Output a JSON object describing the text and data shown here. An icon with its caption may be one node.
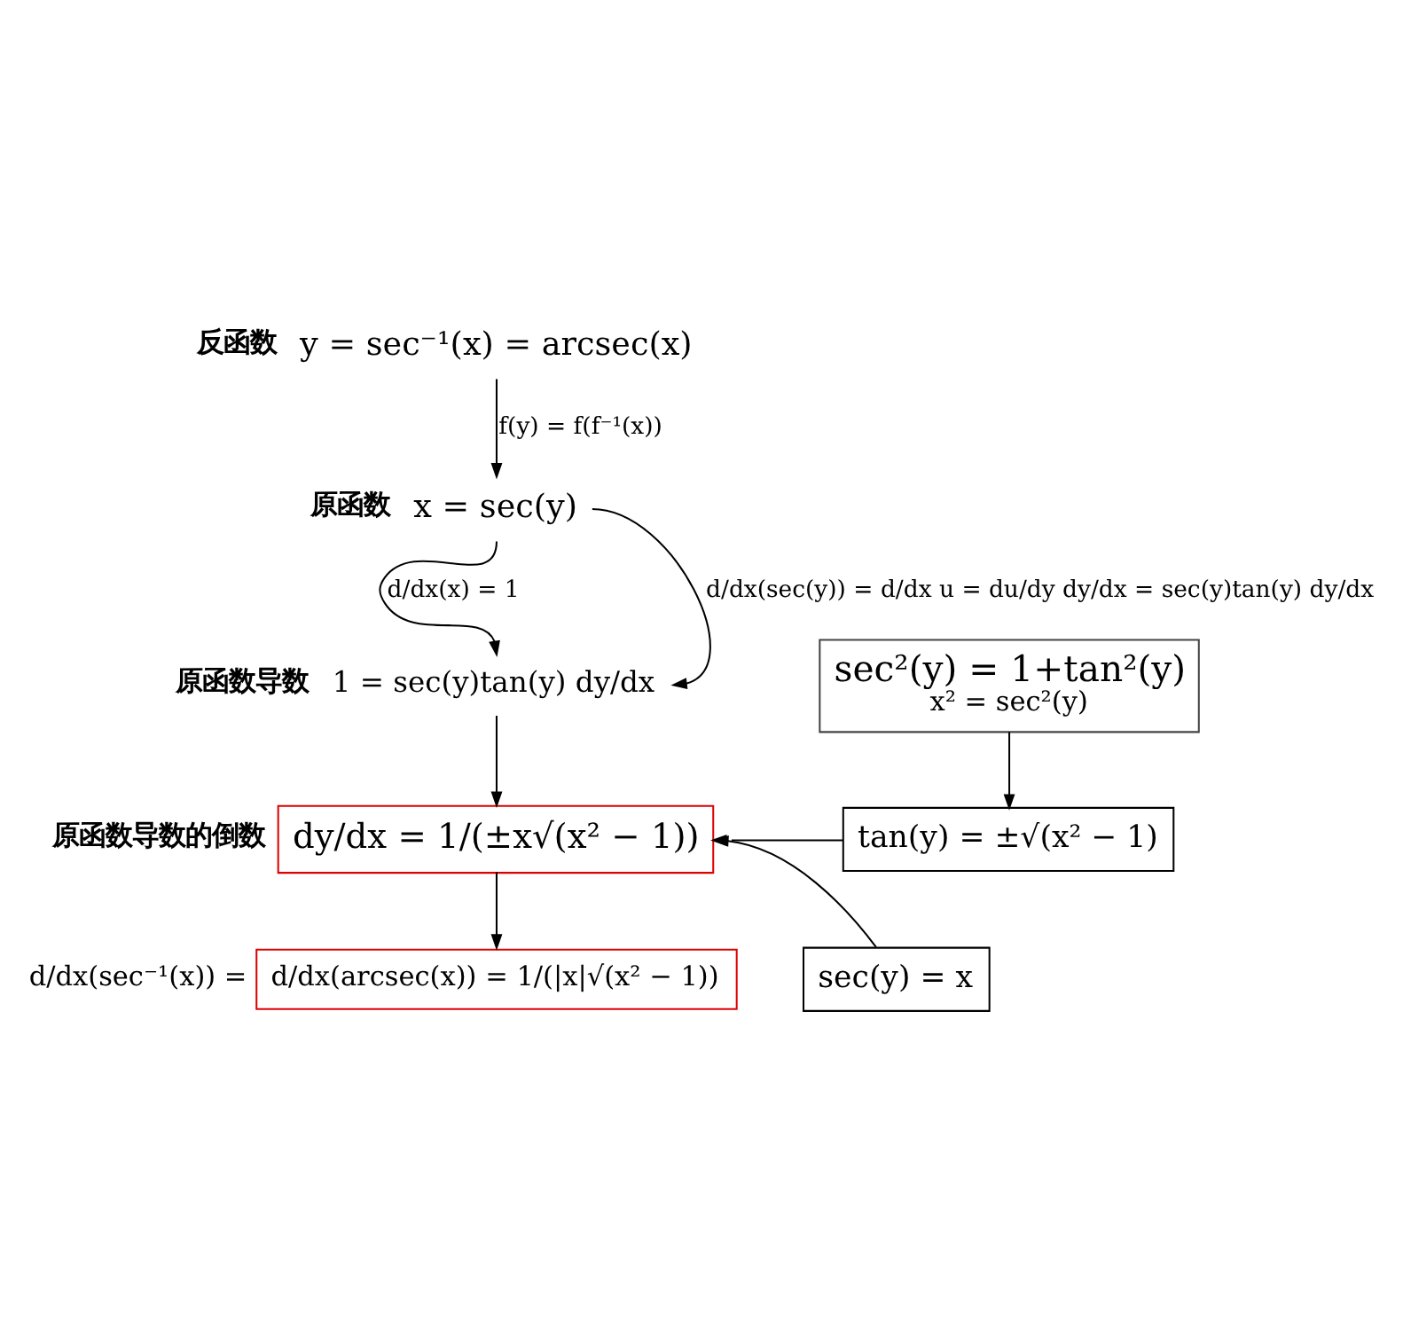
{
  "diagram": {
    "nodes": [
      {
        "text": [
          "y = sec⁻¹(x) = arcsec(x)"
        ],
        "beside": [
          "反函数"
        ]
      },
      {
        "text": [
          "x = sec(y)"
        ],
        "beside": [
          "原函数"
        ]
      },
      {
        "text": [
          "1 = sec(y)tan(y) dy/dx"
        ],
        "beside": [
          "原函数导数"
        ]
      },
      {
        "text": [
          "dy/dx = 1/(±x√(x² − 1))"
        ],
        "beside": [
          "原函数导数的倒数"
        ]
      },
      {
        "text": [
          "sec²(y) = 1+tan²(y)",
          "x² = sec²(y)"
        ]
      },
      {
        "text": [
          "tan(y) = ±√(x² − 1)"
        ]
      },
      {
        "text": [
          "sec(y) = x"
        ]
      },
      {
        "text": [
          "d/dx(arcsec(x)) = 1/(|x|√(x² − 1))"
        ],
        "beside": [
          "d/dx(sec⁻¹(x)) ="
        ]
      }
    ],
    "edges": [
      {
        "from": 0,
        "to": 1,
        "arrow": "to",
        "label": "f(y) = f(f⁻¹(x))"
      },
      {
        "from": 1,
        "to": 2,
        "arrow": "to",
        "label": "d/dx(x) = 1"
      },
      {
        "from": 1,
        "to": 2,
        "arrow": "to",
        "label": "d/dx(sec(y)) = d/dx u = du/dy dy/dx = sec(y)tan(y) dy/dx"
      },
      {
        "from": 2,
        "to": 3,
        "arrow": "to"
      },
      {
        "from": 4,
        "to": 5,
        "arrow": "to"
      },
      {
        "from": 5,
        "to": 3,
        "arrow": "to"
      },
      {
        "from": 6,
        "to": 3,
        "arrow": "to"
      },
      {
        "from": 3,
        "to": 7,
        "arrow": "to"
      }
    ]
  }
}
